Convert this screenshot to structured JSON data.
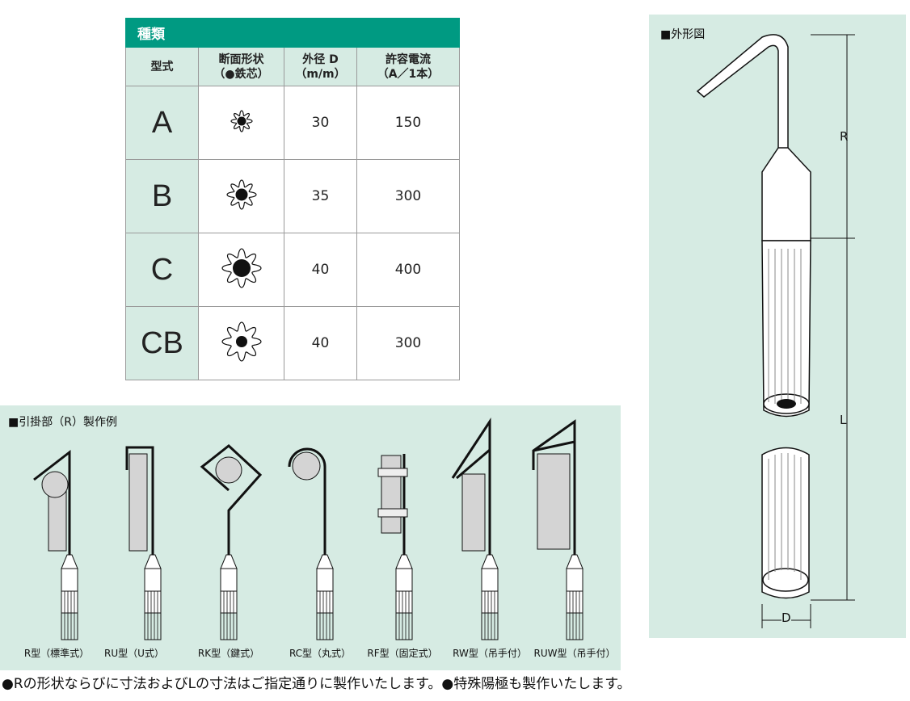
{
  "table": {
    "title": "種類",
    "headers": [
      {
        "l1": "型式",
        "l2": ""
      },
      {
        "l1": "断面形状",
        "l2": "（●鉄芯）"
      },
      {
        "l1": "外径 D",
        "l2": "（m/m）"
      },
      {
        "l1": "許容電流",
        "l2": "（A／1本）"
      }
    ],
    "rows": [
      {
        "type": "A",
        "diameter": "30",
        "current": "150"
      },
      {
        "type": "B",
        "diameter": "35",
        "current": "300"
      },
      {
        "type": "C",
        "diameter": "40",
        "current": "400"
      },
      {
        "type": "CB",
        "diameter": "40",
        "current": "300"
      }
    ]
  },
  "outline": {
    "title": "■外形図",
    "labels": {
      "r": "R",
      "l": "L",
      "d": "D"
    }
  },
  "hooks": {
    "title": "■引掛部（R）製作例",
    "items": [
      "R型（標準式）",
      "RU型（U式）",
      "RK型（鍵式）",
      "RC型（丸式）",
      "RF型（固定式）",
      "RW型（吊手付）",
      "RUW型（吊手付）"
    ]
  },
  "note": "●Rの形状ならびに寸法およびLの寸法はご指定通りに製作いたします。●特殊陽極も製作いたします。",
  "colors": {
    "accent": "#009a82",
    "panel": "#d6ebe3"
  }
}
